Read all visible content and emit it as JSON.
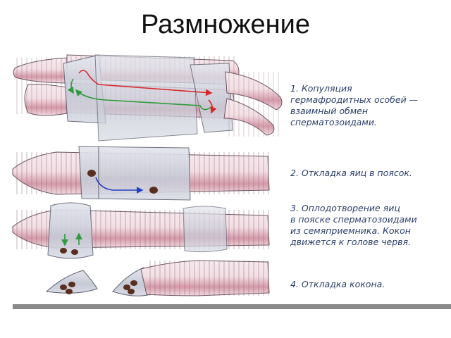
{
  "slide": {
    "title": "Размножение"
  },
  "captions": [
    {
      "lines": [
        "1. Копуляция",
        "гермафродитных особей —",
        "взаимный обмен",
        "сперматозоидами."
      ]
    },
    {
      "lines": [
        "2. Откладка яиц в поясок."
      ]
    },
    {
      "lines": [
        "3. Оплодотворение яиц",
        "в пояске сперматозоидами",
        "из семяприемника. Кокон",
        "движется к голове червя."
      ]
    },
    {
      "lines": [
        "4. Откладка кокона."
      ]
    }
  ],
  "colors": {
    "worm_body": "#f2dde3",
    "worm_stripe": "#c98a9a",
    "worm_ring": "#8e6e78",
    "clitellum": "#c8cdd8",
    "egg": "#5a2e1e",
    "arrow_red": "#d8262a",
    "arrow_green": "#2f9a3a",
    "arrow_blue": "#1f3fbf",
    "caption_text": "#2c3e6b",
    "divider": "#8a8a8a"
  }
}
